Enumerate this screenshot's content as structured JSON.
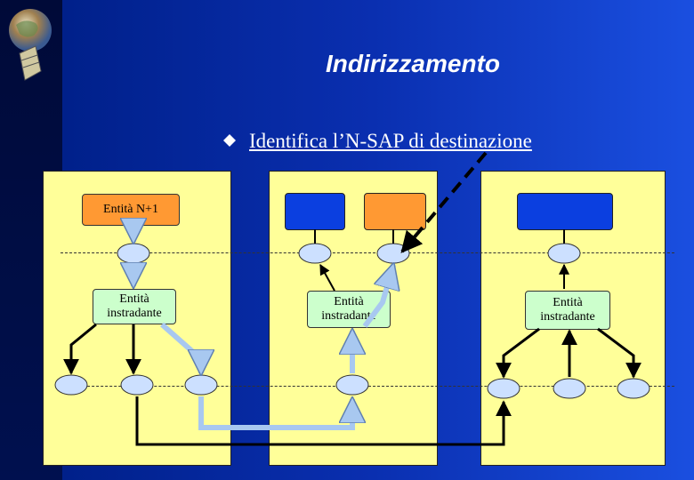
{
  "slide": {
    "title": "Indirizzamento",
    "bullet_text": "Identifica l’N-SAP di destinazione"
  },
  "diagram": {
    "entity_top_label": "Entità N+1",
    "entity_router_label": "Entità instradante"
  },
  "colors": {
    "panel": "#ffff99",
    "entity_orange": "#ff9933",
    "entity_green": "#ccffcc",
    "sap_blue": "#cce0ff",
    "service_blue": "#0b3fe0",
    "path_light": "#a8c8f0"
  }
}
